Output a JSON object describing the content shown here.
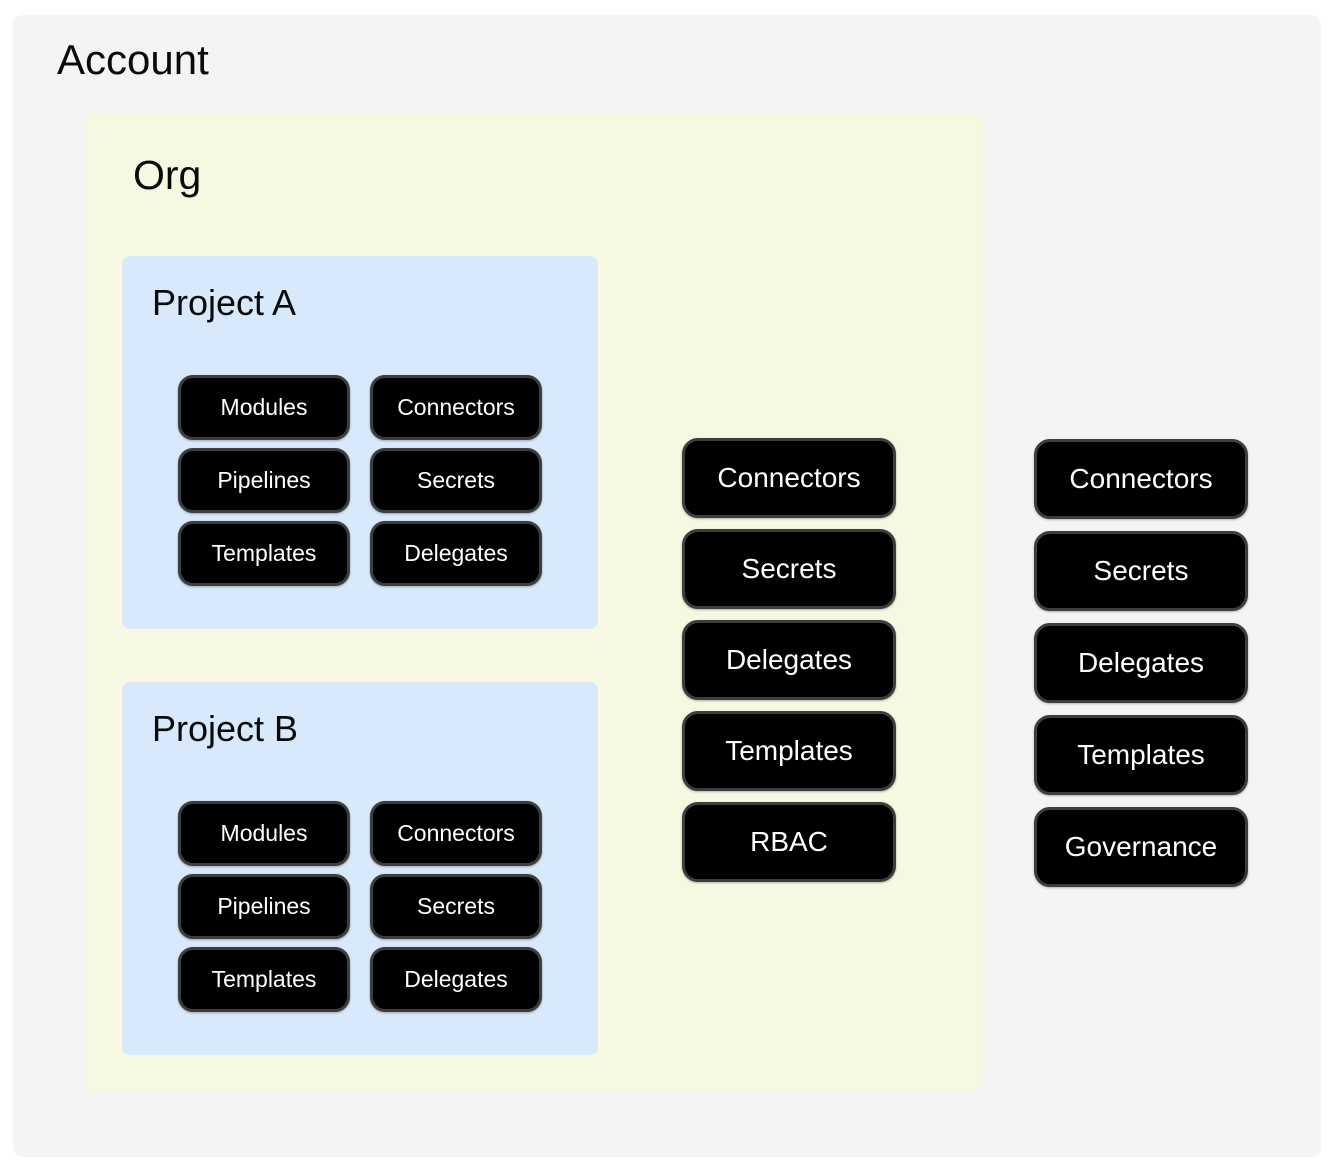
{
  "colors": {
    "page_bg": "#ffffff",
    "account_bg": "#f4f4f4",
    "org_bg": "#f6f8e2",
    "project_bg": "#d8e9fc",
    "node_bg": "#000000",
    "node_border": "#3d3d3d",
    "node_text": "#ffffff",
    "title_text": "#0b0b0b"
  },
  "account": {
    "label": "Account",
    "resources": [
      "Connectors",
      "Secrets",
      "Delegates",
      "Templates",
      "Governance"
    ],
    "org": {
      "label": "Org",
      "resources": [
        "Connectors",
        "Secrets",
        "Delegates",
        "Templates",
        "RBAC"
      ],
      "projects": [
        {
          "label": "Project A",
          "resources": [
            "Modules",
            "Connectors",
            "Pipelines",
            "Secrets",
            "Templates",
            "Delegates"
          ]
        },
        {
          "label": "Project B",
          "resources": [
            "Modules",
            "Connectors",
            "Pipelines",
            "Secrets",
            "Templates",
            "Delegates"
          ]
        }
      ]
    }
  }
}
